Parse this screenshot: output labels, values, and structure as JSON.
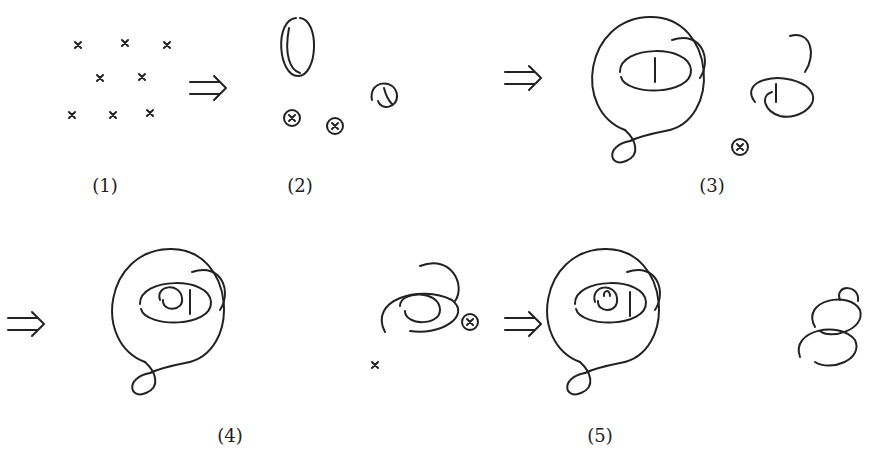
{
  "diagram": {
    "labels": [
      "(1)",
      "(2)",
      "(3)",
      "(4)",
      "(5)"
    ]
  }
}
